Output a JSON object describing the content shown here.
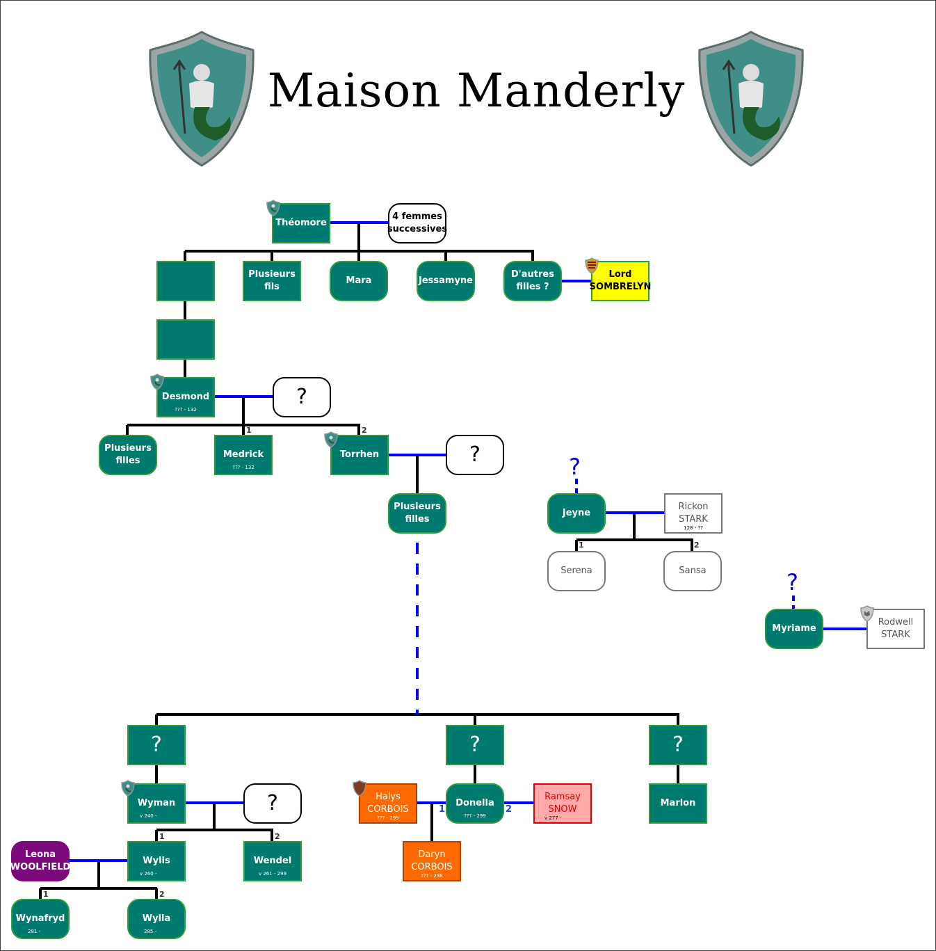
{
  "title": "Maison Manderly",
  "colors": {
    "house": "#00796f",
    "marriage_line": "#0000ff",
    "descent_line": "#000000"
  },
  "people": {
    "theomore": {
      "name": "Théomore"
    },
    "four_wives": {
      "name": "4 femmes\nsuccessives"
    },
    "unnamed_son": {
      "name": ""
    },
    "several_sons": {
      "name": "Plusieurs\nfils"
    },
    "mara": {
      "name": "Mara"
    },
    "jessamyne": {
      "name": "Jessamyne"
    },
    "other_daughters": {
      "name": "D'autres\nfilles ?"
    },
    "lord_sombrelyn": {
      "name": "Lord\nSOMBRELYN"
    },
    "unnamed_grandson": {
      "name": ""
    },
    "desmond": {
      "name": "Desmond",
      "dates": "??? - 132"
    },
    "desmond_spouse": {
      "name": "?"
    },
    "desmond_daughters": {
      "name": "Plusieurs\nfilles"
    },
    "medrick": {
      "name": "Medrick",
      "dates": "??? - 132"
    },
    "torrhen": {
      "name": "Torrhen"
    },
    "torrhen_spouse": {
      "name": "?"
    },
    "torrhen_daughters": {
      "name": "Plusieurs\nfilles"
    },
    "jeyne_origin": {
      "name": "?"
    },
    "jeyne": {
      "name": "Jeyne"
    },
    "rickon_stark": {
      "name": "Rickon\nSTARK",
      "dates": "128 - ??"
    },
    "serena": {
      "name": "Serena"
    },
    "sansa": {
      "name": "Sansa"
    },
    "myriame_origin": {
      "name": "?"
    },
    "myriame": {
      "name": "Myriame"
    },
    "rodwell_stark": {
      "name": "Rodwell\nSTARK"
    },
    "unknown_1": {
      "name": "?"
    },
    "unknown_2": {
      "name": "?"
    },
    "unknown_3": {
      "name": "?"
    },
    "wyman": {
      "name": "Wyman",
      "dates": "v 240 -"
    },
    "wyman_spouse": {
      "name": "?"
    },
    "halys_corbois": {
      "name": "Halys\nCORBOIS",
      "dates": "??? - 299"
    },
    "donella": {
      "name": "Donella",
      "dates": "??? - 299"
    },
    "ramsay_snow": {
      "name": "Ramsay\nSNOW",
      "dates": "v 277 -"
    },
    "marlon": {
      "name": "Marlon"
    },
    "leona_woolfield": {
      "name": "Leona\nWOOLFIELD"
    },
    "wylis": {
      "name": "Wylis",
      "dates": "v 260 -"
    },
    "wendel": {
      "name": "Wendel",
      "dates": "v 261 - 299"
    },
    "daryn_corbois": {
      "name": "Daryn\nCORBOIS",
      "dates": "??? - 298"
    },
    "wynafryd": {
      "name": "Wynafryd",
      "dates": "281 -"
    },
    "wylla": {
      "name": "Wylla",
      "dates": "285 -"
    }
  },
  "numbers": {
    "one": "1",
    "two": "2"
  }
}
